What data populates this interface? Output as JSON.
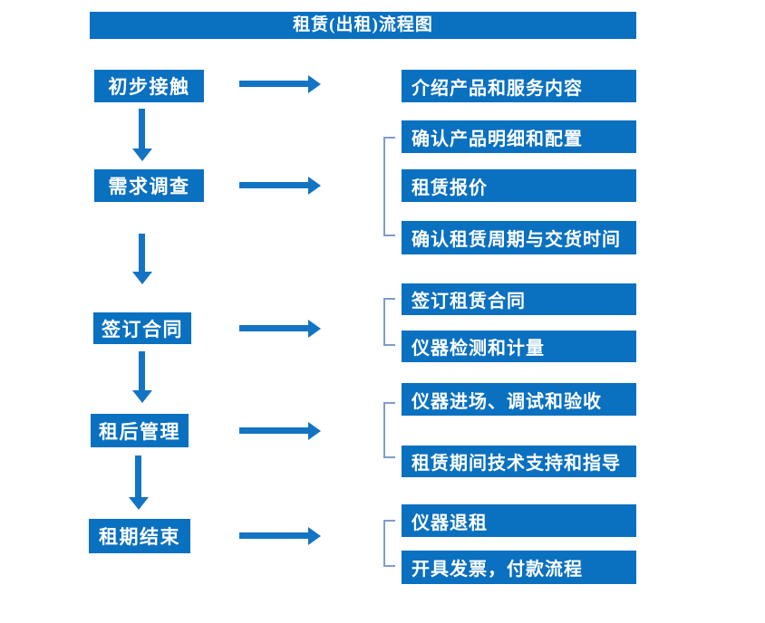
{
  "title": "租赁(出租)流程图",
  "colors": {
    "box_blue": "#0a70c0",
    "arrow_blue": "#1474c4",
    "bracket_blue": "#7d9ccd",
    "text_white": "#ffffff"
  },
  "steps": [
    {
      "label": "初步接触",
      "details": [
        "介绍产品和服务内容"
      ]
    },
    {
      "label": "需求调查",
      "details": [
        "确认产品明细和配置",
        "租赁报价",
        "确认租赁周期与交货时间"
      ]
    },
    {
      "label": "签订合同",
      "details": [
        "签订租赁合同",
        "仪器检测和计量"
      ]
    },
    {
      "label": "租后管理",
      "details": [
        "仪器进场、调试和验收",
        "租赁期间技术支持和指导"
      ]
    },
    {
      "label": "租期结束",
      "details": [
        "仪器退租",
        "开具发票，付款流程"
      ]
    }
  ]
}
